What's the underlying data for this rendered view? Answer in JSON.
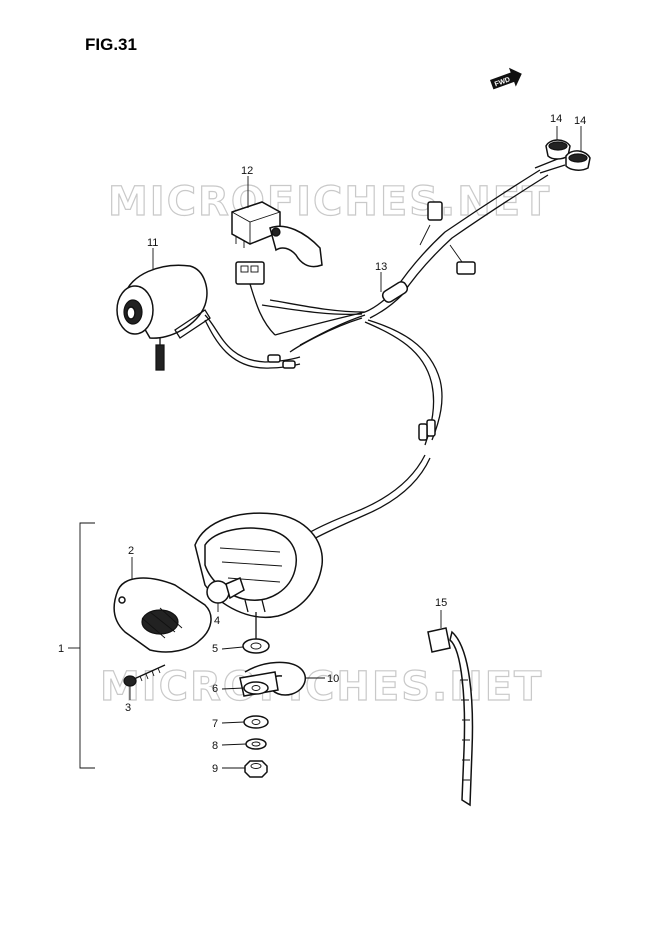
{
  "figure": {
    "title": "FIG.31",
    "fwd_label": "FWD",
    "watermark_top": "MICROFICHES.NET",
    "watermark_bottom": "MICROFICHES.NET"
  },
  "callouts": {
    "p1": "1",
    "p2": "2",
    "p3": "3",
    "p4": "4",
    "p5": "5",
    "p6": "6",
    "p7": "7",
    "p8": "8",
    "p9": "9",
    "p10": "10",
    "p11": "11",
    "p12": "12",
    "p13": "13",
    "p14a": "14",
    "p14b": "14",
    "p15": "15"
  }
}
